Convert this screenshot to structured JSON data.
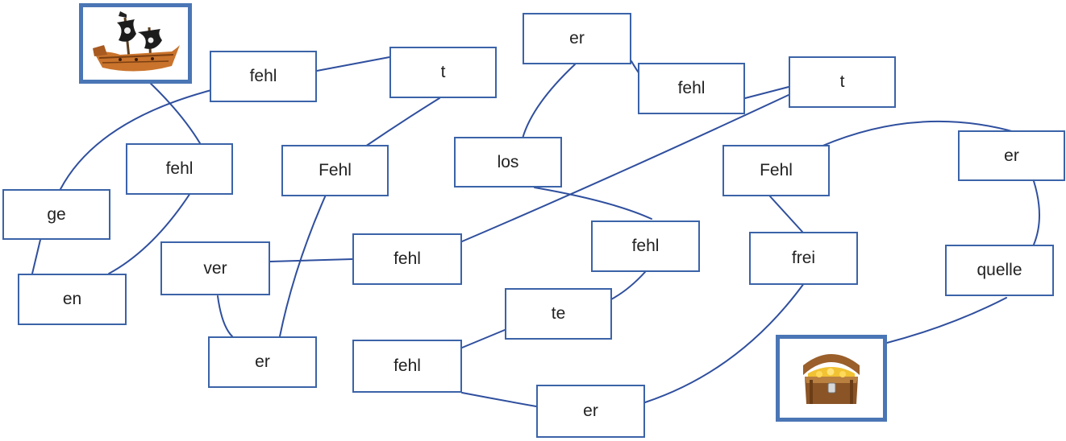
{
  "words": {
    "w01": "fehl",
    "w02": "t",
    "w03": "er",
    "w04": "fehl",
    "w05": "t",
    "w06": "er",
    "w07": "Fehl",
    "w08": "fehl",
    "w09": "Fehl",
    "w10": "los",
    "w11": "ge",
    "w12": "en",
    "w13": "ver",
    "w14": "fehl",
    "w15": "fehl",
    "w16": "frei",
    "w17": "quelle",
    "w18": "te",
    "w19": "er",
    "w20": "fehl",
    "w21": "er"
  },
  "icons": {
    "start": "pirate-ship-icon",
    "goal": "treasure-chest-icon"
  },
  "colors": {
    "box_border": "#3b63a8",
    "picture_border": "#4a76b5",
    "line": "#2f4f9e"
  }
}
